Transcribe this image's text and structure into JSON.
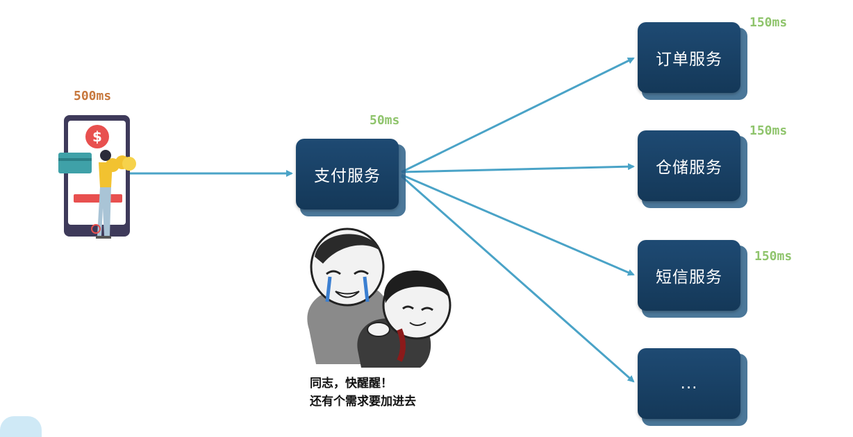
{
  "colors": {
    "box": "#1a4266",
    "arrow": "#4aa3c7",
    "latency_green": "#8fc46c",
    "latency_orange": "#c7773c"
  },
  "client": {
    "latency": "500ms",
    "icon": "mobile-payment-icon"
  },
  "payment": {
    "label": "支付服务",
    "latency": "50ms"
  },
  "services": [
    {
      "label": "订单服务",
      "latency": "150ms"
    },
    {
      "label": "仓储服务",
      "latency": "150ms"
    },
    {
      "label": "短信服务",
      "latency": "150ms"
    },
    {
      "label": "..."
    }
  ],
  "meme": {
    "icon": "crying-meme-icon",
    "caption_line1": "同志，快醒醒！",
    "caption_line2": "还有个需求要加进去"
  }
}
